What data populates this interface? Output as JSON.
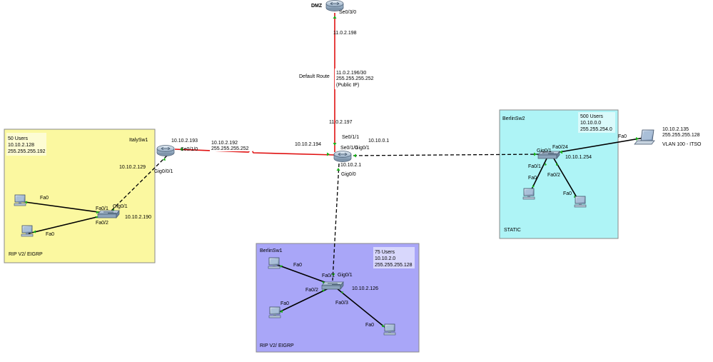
{
  "colors": {
    "italy_area": "#fbf8a0",
    "berlin1_area": "#a9a6f8",
    "berlin2_area": "#aef4f6",
    "serial_link": "#e01010",
    "ethernet_link": "#000000",
    "port_marker": "#19b219"
  },
  "areas": {
    "italy": {
      "name": "ItalySw1",
      "protocol": "RIP V2/ EIGRP",
      "info": [
        "50 Users",
        "10.10.2.128",
        "255.255.255.192"
      ]
    },
    "berlin1": {
      "name": "BerlinSw1",
      "protocol": "RIP V2/ EIGRP",
      "info": [
        "75 Users",
        "10.10.2.0",
        "255.255.255.128"
      ]
    },
    "berlin2": {
      "name": "BerlinSw2",
      "protocol": "STATIC",
      "info": [
        "500 Users",
        "10.10.0.0",
        "255.255.254.0"
      ]
    }
  },
  "dmz": {
    "name": "DMZ",
    "port": "Se0/3/0",
    "ip": "11.0.2.198"
  },
  "default_route": {
    "label": "Default Route",
    "info": [
      "11.0.2.196/30",
      "255.255.255.252",
      "(Public IP)"
    ]
  },
  "core": {
    "uplink_ip": "11.0.2.197",
    "uplink_port": "Se0/1/1",
    "left_port": "Se0/1/0",
    "left_ip": "10.10.2.194",
    "right_port": "Gig0/1",
    "right_ip": "10.10.0.1",
    "down_port": "Gig0/0",
    "down_ip": "10.10.2.1"
  },
  "italy_router": {
    "port": "Se0/1/0",
    "ip": "10.10.2.193",
    "lan_port": "Gig0/0/1",
    "lan_ip": "10.10.2.129"
  },
  "wan_link": {
    "net": "10.10.2.192",
    "mask": "255.255.255.252"
  },
  "italy_switch": {
    "p1": "Fa0/1",
    "p2": "Fa0/2",
    "uplink": "Gig0/1",
    "ip": "10.10.2.190",
    "pc1_port": "Fa0",
    "pc2_port": "Fa0"
  },
  "berlin1_switch": {
    "p1": "Fa0/1",
    "p2": "Fa0/2",
    "p3": "Fa0/3",
    "uplink": "Gig0/1",
    "ip": "10.10.2.126",
    "pc1_port": "Fa0",
    "pc2_port": "Fa0",
    "pc3_port": "Fa0"
  },
  "berlin2_switch": {
    "uplink": "Gig0/1",
    "p24": "Fa0/24",
    "p1": "Fa0/1",
    "p2": "Fa0/2",
    "ip": "10.10.1.254",
    "pc1_port": "Fa0",
    "pc2_port": "Fa0"
  },
  "laptop": {
    "port": "Fa0",
    "ip": "10.10.2.135",
    "mask": "255.255.255.128",
    "vlan": "VLAN 100 - ITSO"
  }
}
